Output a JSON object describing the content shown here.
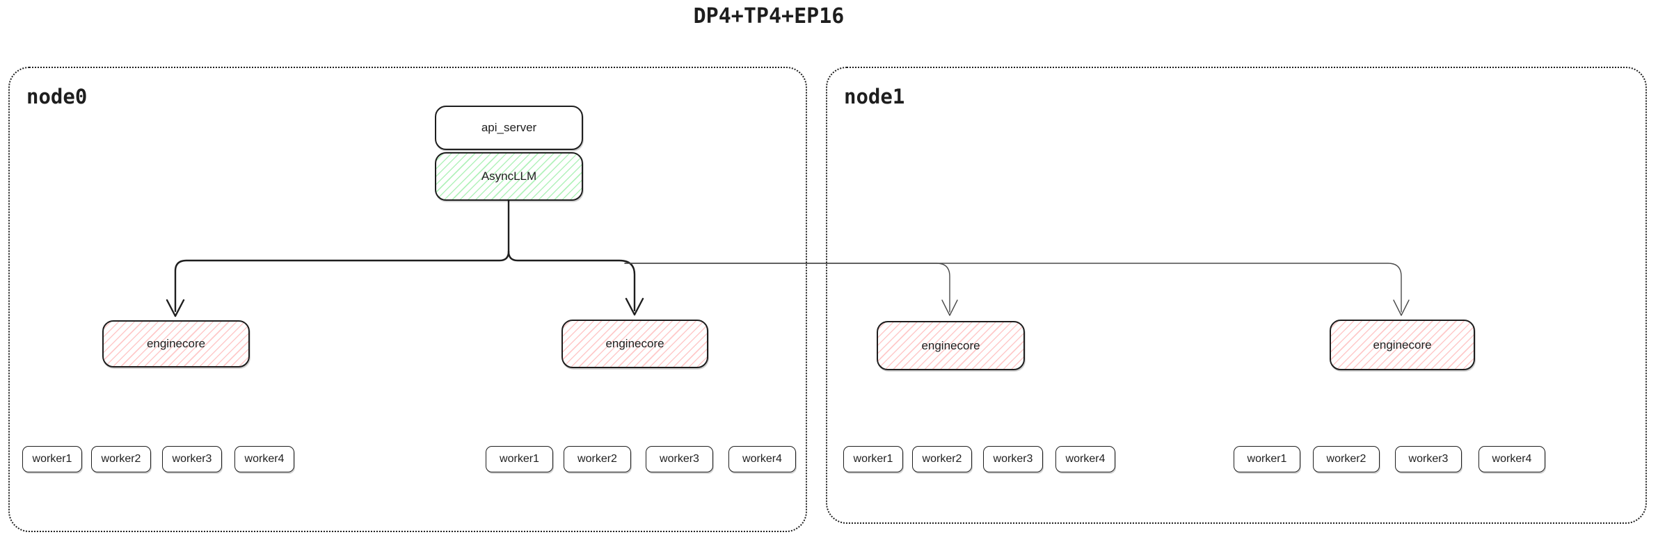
{
  "title": "DP4+TP4+EP16",
  "colors": {
    "ink": "#1e1e1e",
    "thin_line": "#4a4a4a",
    "green_hatch": "#b2f2bb",
    "red_hatch": "#ffc9c9",
    "background": "#ffffff"
  },
  "api_stack": {
    "api_server_label": "api_server",
    "asyncllm_label": "AsyncLLM"
  },
  "nodes": [
    {
      "label": "node0",
      "enginecores": [
        {
          "label": "enginecore",
          "workers": [
            "worker1",
            "worker2",
            "worker3",
            "worker4"
          ]
        },
        {
          "label": "enginecore",
          "workers": [
            "worker1",
            "worker2",
            "worker3",
            "worker4"
          ]
        }
      ]
    },
    {
      "label": "node1",
      "enginecores": [
        {
          "label": "enginecore",
          "workers": [
            "worker1",
            "worker2",
            "worker3",
            "worker4"
          ]
        },
        {
          "label": "enginecore",
          "workers": [
            "worker1",
            "worker2",
            "worker3",
            "worker4"
          ]
        }
      ]
    }
  ]
}
